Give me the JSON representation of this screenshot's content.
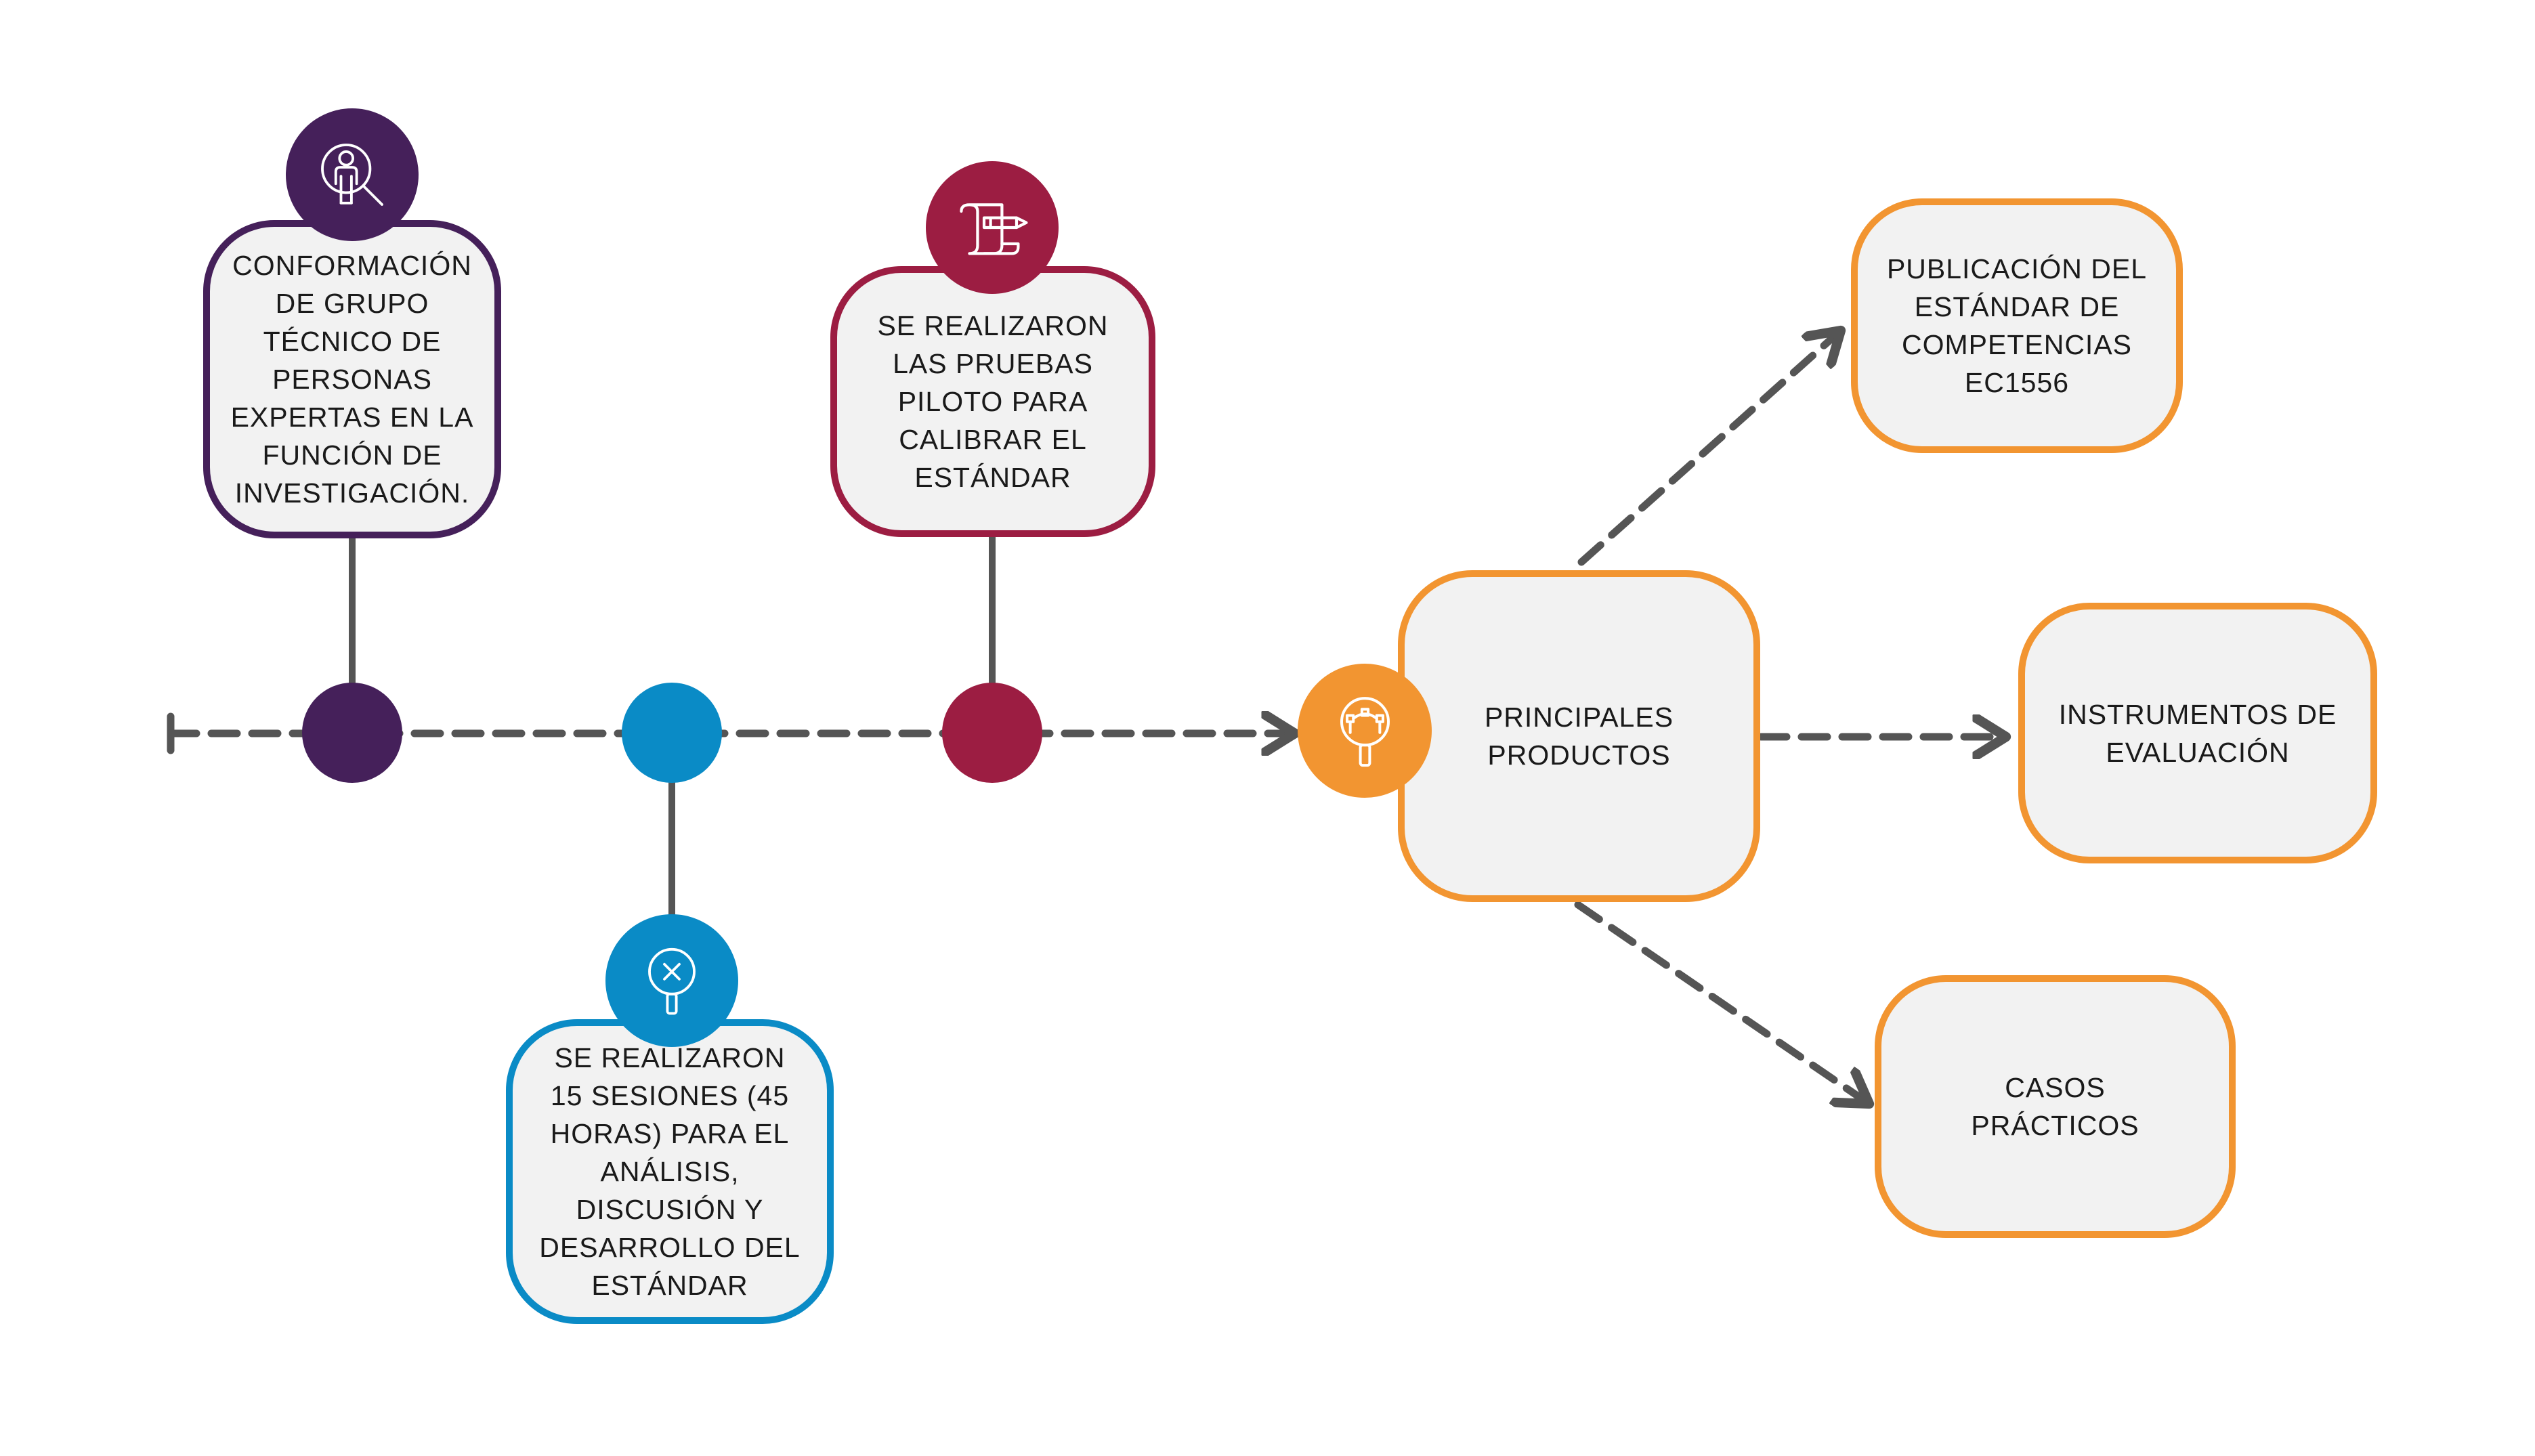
{
  "colors": {
    "purple": "#45205a",
    "crimson": "#9c1d42",
    "blue": "#0a8bc6",
    "orange": "#f29531",
    "line": "#555555",
    "box_fill": "#f2f2f2"
  },
  "timeline": {
    "steps": [
      {
        "text": "CONFORMACIÓN\nDE GRUPO\nTÉCNICO DE\nPERSONAS\nEXPERTAS EN LA\nFUNCIÓN DE\nINVESTIGACIÓN.",
        "icon": "person-magnifier-icon",
        "color": "purple"
      },
      {
        "text": "SE REALIZARON\n15 SESIONES  (45\nHORAS) PARA EL\nANÁLISIS,\nDISCUSIÓN Y\nDESARROLLO DEL\nESTÁNDAR",
        "icon": "search-x-icon",
        "color": "blue"
      },
      {
        "text": "SE REALIZARON\nLAS PRUEBAS\nPILOTO PARA\nCALIBRAR EL\nESTÁNDAR",
        "icon": "document-pencil-icon",
        "color": "crimson"
      }
    ]
  },
  "hub": {
    "text": "PRINCIPALES\nPRODUCTOS",
    "icon": "vector-design-icon",
    "color": "orange"
  },
  "products": [
    {
      "text": "PUBLICACIÓN DEL\nESTÁNDAR DE\nCOMPETENCIAS\nEC1556"
    },
    {
      "text": "INSTRUMENTOS DE\nEVALUACIÓN"
    },
    {
      "text": "CASOS\nPRÁCTICOS"
    }
  ]
}
